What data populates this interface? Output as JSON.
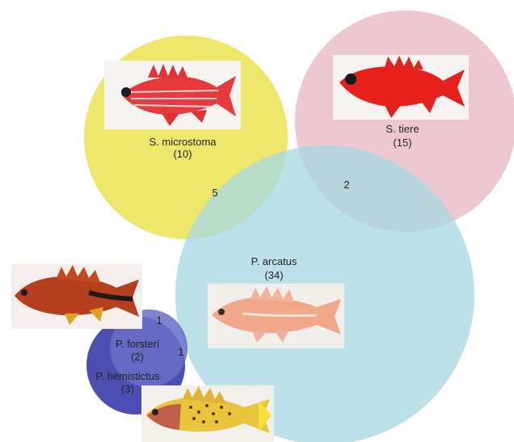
{
  "sets": [
    {
      "id": "s-microstoma",
      "name": "S. microstoma",
      "count": "(10)",
      "color": "#ece55e"
    },
    {
      "id": "s-tiere",
      "name": "S. tiere",
      "count": "(15)",
      "color": "#ecbcc6"
    },
    {
      "id": "p-arcatus",
      "name": "P. arcatus",
      "count": "(34)",
      "color": "#bde1e8"
    },
    {
      "id": "p-forsteri",
      "name": "P. forsteri",
      "count": "(2)",
      "color": "#5c60bd"
    },
    {
      "id": "p-hemistictus",
      "name": "P. hemistictus",
      "count": "(3)",
      "color": "#4447ad"
    }
  ],
  "overlaps": {
    "microstoma_arcatus": "5",
    "tiere_arcatus": "2",
    "forsteri_upper": "1",
    "forsteri_right": "1"
  },
  "photos": {
    "s_microstoma": "squirrelfish-photo",
    "s_tiere": "red-soldierfish-photo",
    "p_arcatus": "hawkfish-photo",
    "p_forsteri": "dark-hawkfish-photo",
    "p_hemistictus": "spotted-yellow-hawkfish-photo"
  }
}
